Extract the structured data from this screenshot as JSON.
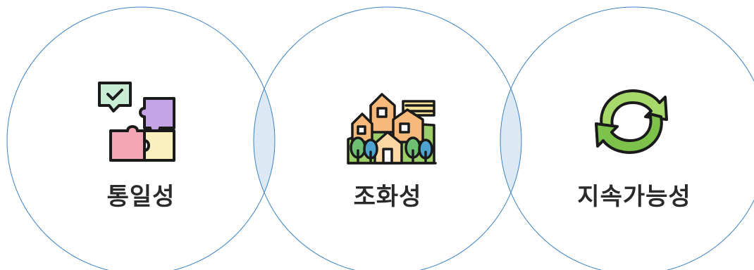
{
  "items": [
    {
      "label": "통일성",
      "icon": "puzzle-icon"
    },
    {
      "label": "조화성",
      "icon": "village-icon"
    },
    {
      "label": "지속가능성",
      "icon": "recycle-arrows-icon"
    }
  ],
  "colors": {
    "circle_stroke": "#3b82c4",
    "overlap_fill": "#dce9f5",
    "label_text": "#2a2a2a"
  }
}
